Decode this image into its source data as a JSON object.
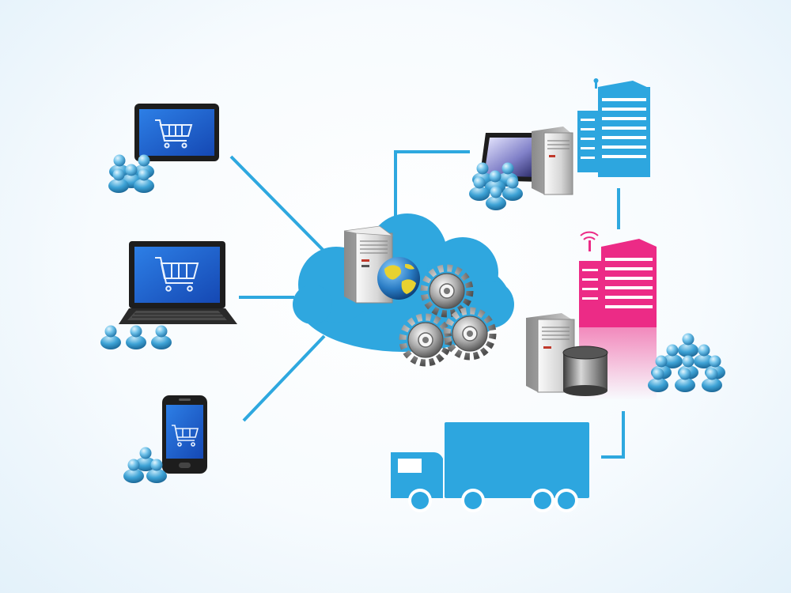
{
  "colors": {
    "accent_blue": "#2da6df",
    "connector": "#2ea8df",
    "building_pink": "#ec2b86",
    "screen_blue": "#1a5fd0",
    "device_dark": "#1d1d1d",
    "server_gray": "#d9d9d9",
    "gear_gray": "#9a9a9a",
    "globe_blue": "#2a7cc4",
    "globe_land": "#e8d230"
  },
  "nodes": [
    {
      "id": "tablet-shop",
      "icon": "tablet-cart-icon"
    },
    {
      "id": "laptop-shop",
      "icon": "laptop-cart-icon"
    },
    {
      "id": "phone-shop",
      "icon": "smartphone-cart-icon"
    },
    {
      "id": "cloud-hub",
      "icon": "cloud-server-globe-gears-icon"
    },
    {
      "id": "office-blue",
      "icon": "blue-building-workstation-icon"
    },
    {
      "id": "office-pink",
      "icon": "pink-building-datacenter-icon"
    },
    {
      "id": "delivery",
      "icon": "delivery-truck-icon"
    }
  ]
}
